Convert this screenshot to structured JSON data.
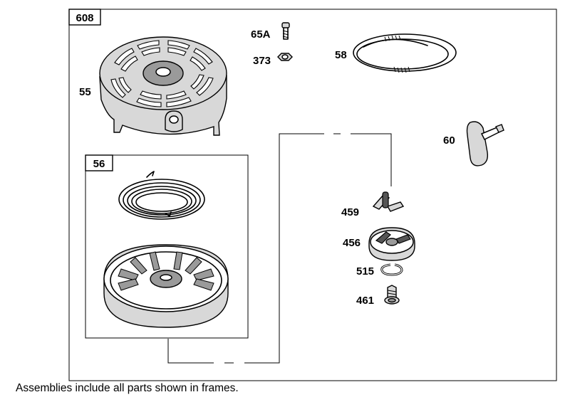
{
  "frames": {
    "outer_label": "608",
    "inner_label": "56"
  },
  "parts": {
    "p55": "55",
    "p65a": "65A",
    "p373": "373",
    "p58": "58",
    "p60": "60",
    "p459": "459",
    "p456": "456",
    "p515": "515",
    "p461": "461"
  },
  "footnote": "Assemblies include all parts shown in frames."
}
